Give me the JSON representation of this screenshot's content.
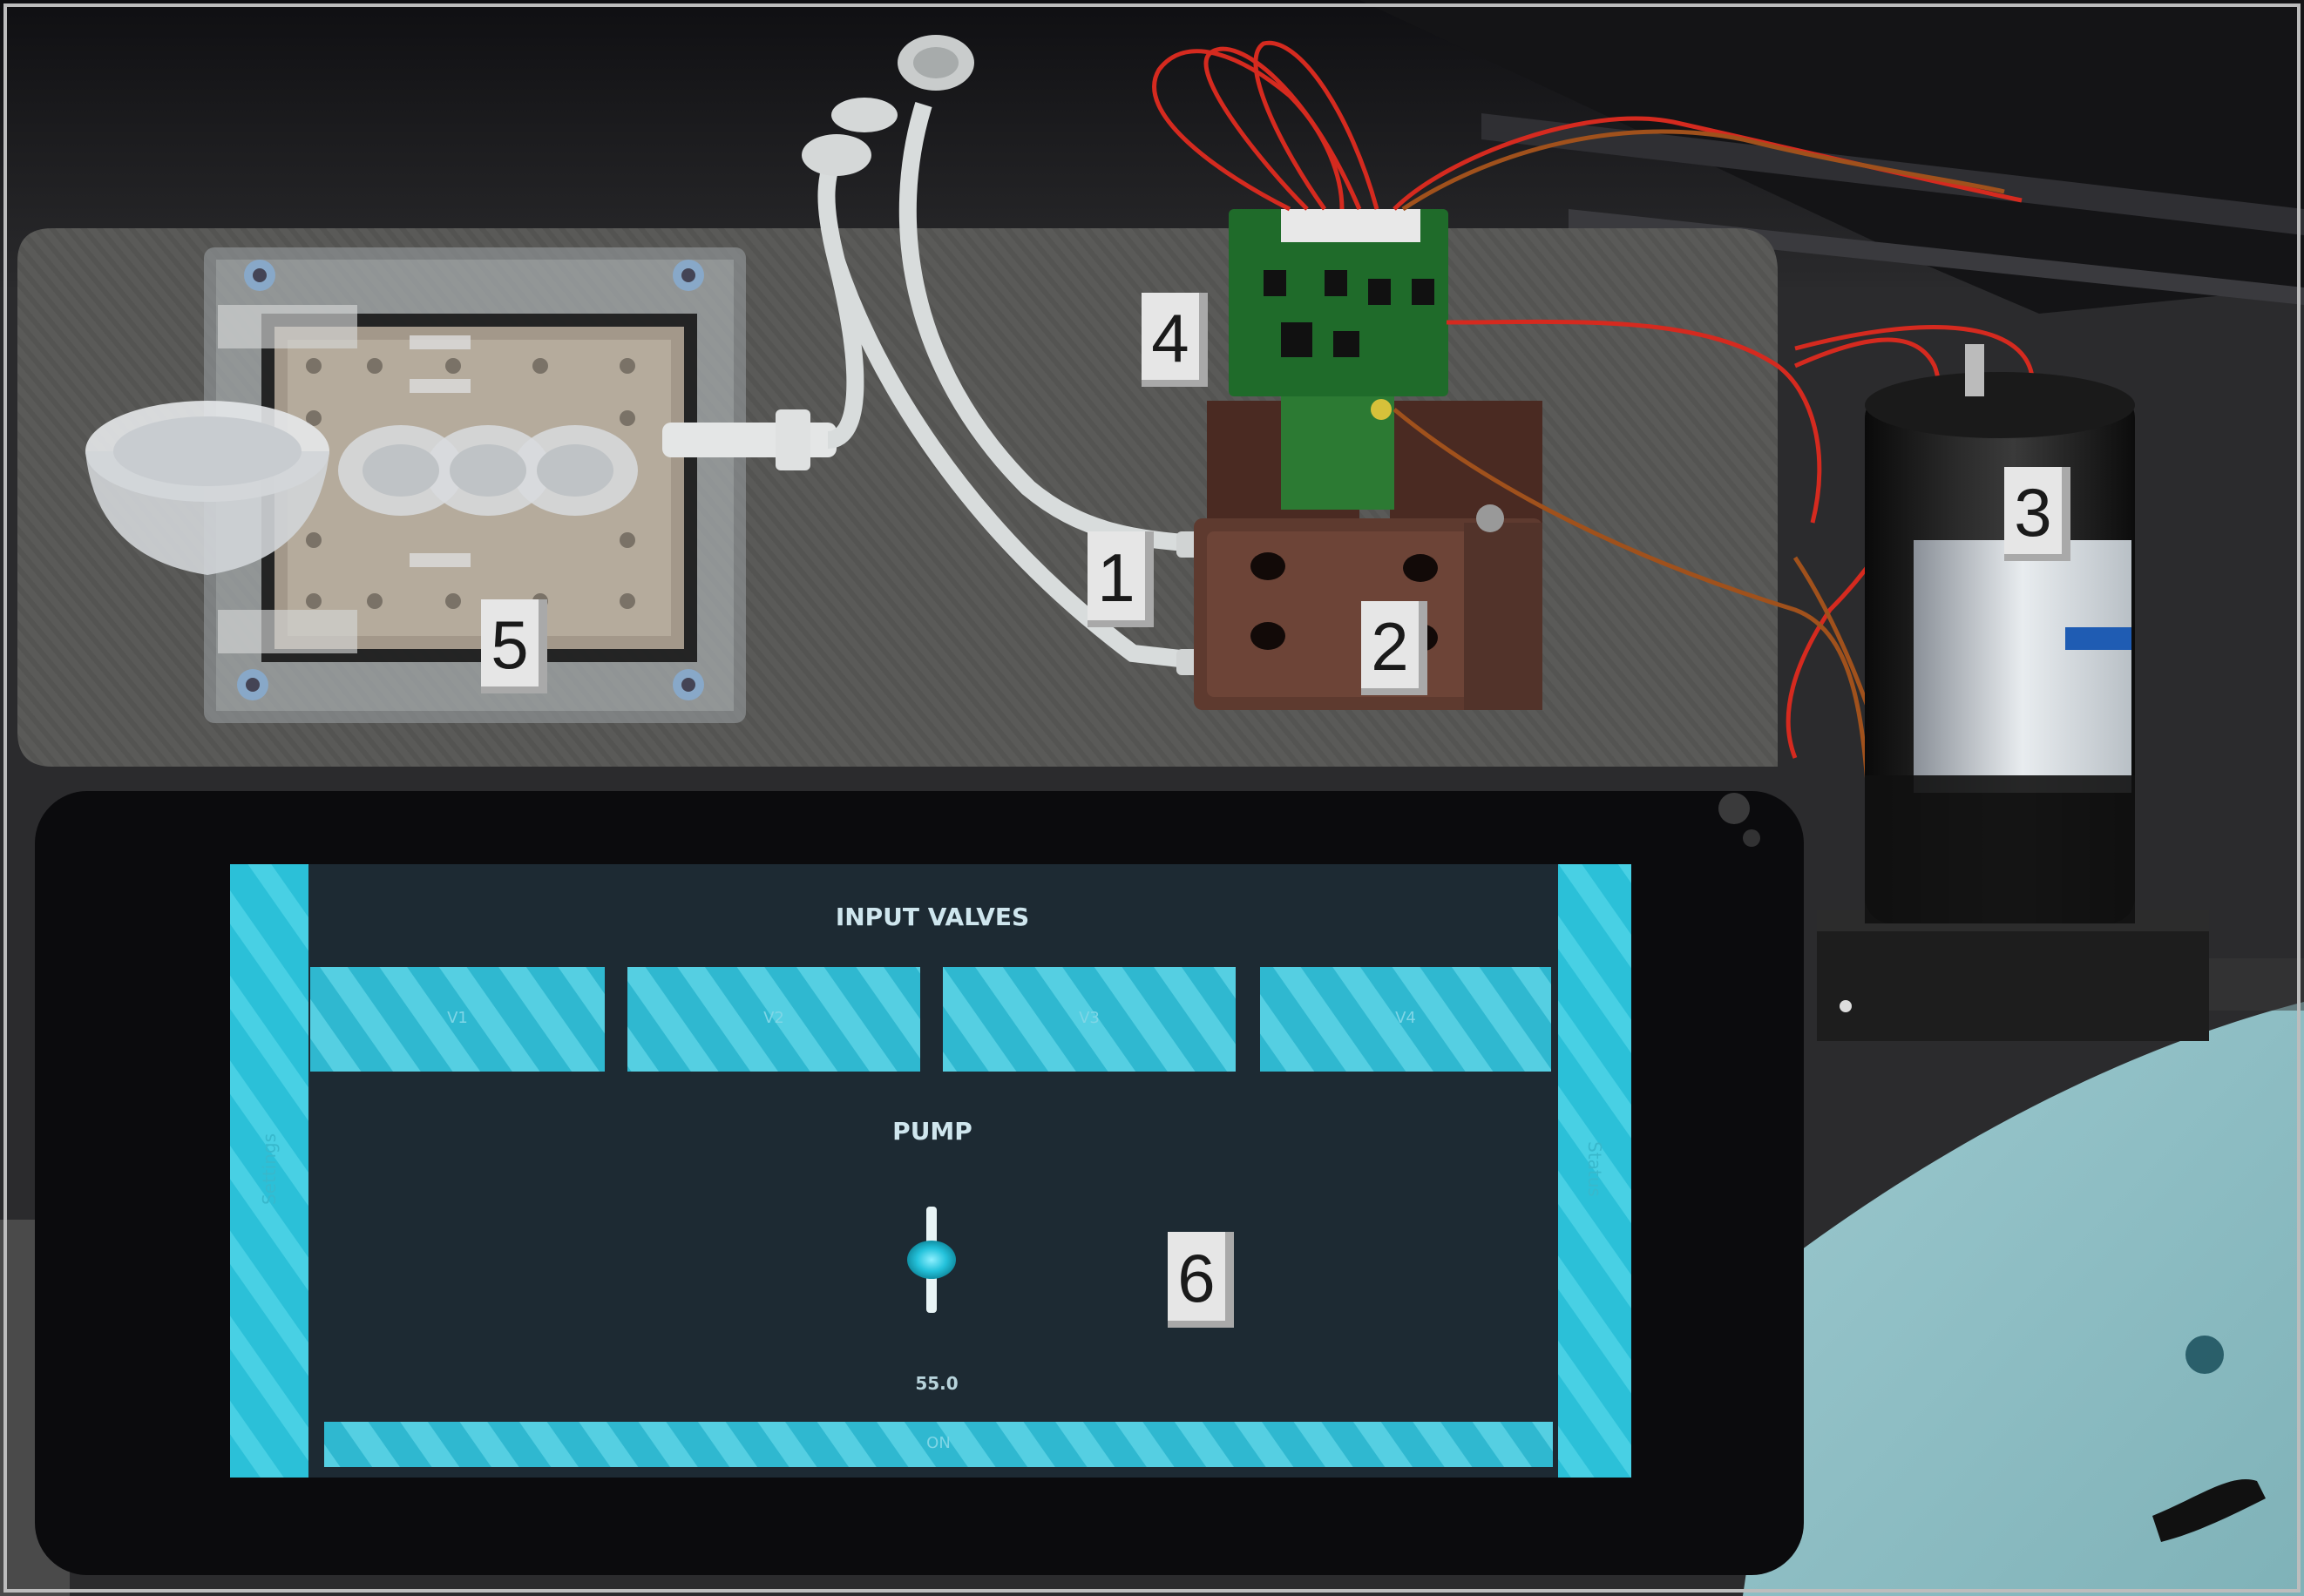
{
  "photo": {
    "labels": [
      "1",
      "2",
      "3",
      "4",
      "5",
      "6"
    ]
  },
  "screen": {
    "heading_valves": "INPUT VALVES",
    "valves": [
      "V1",
      "V2",
      "V3",
      "V4"
    ],
    "heading_pump": "PUMP",
    "pump_value": "55.0",
    "bottom_bar": "ON",
    "left_bar": "Settings",
    "right_bar": "Status",
    "slider_level": 0.5,
    "accent_color": "#1ec6de",
    "panel_color": "#1d2a33"
  }
}
